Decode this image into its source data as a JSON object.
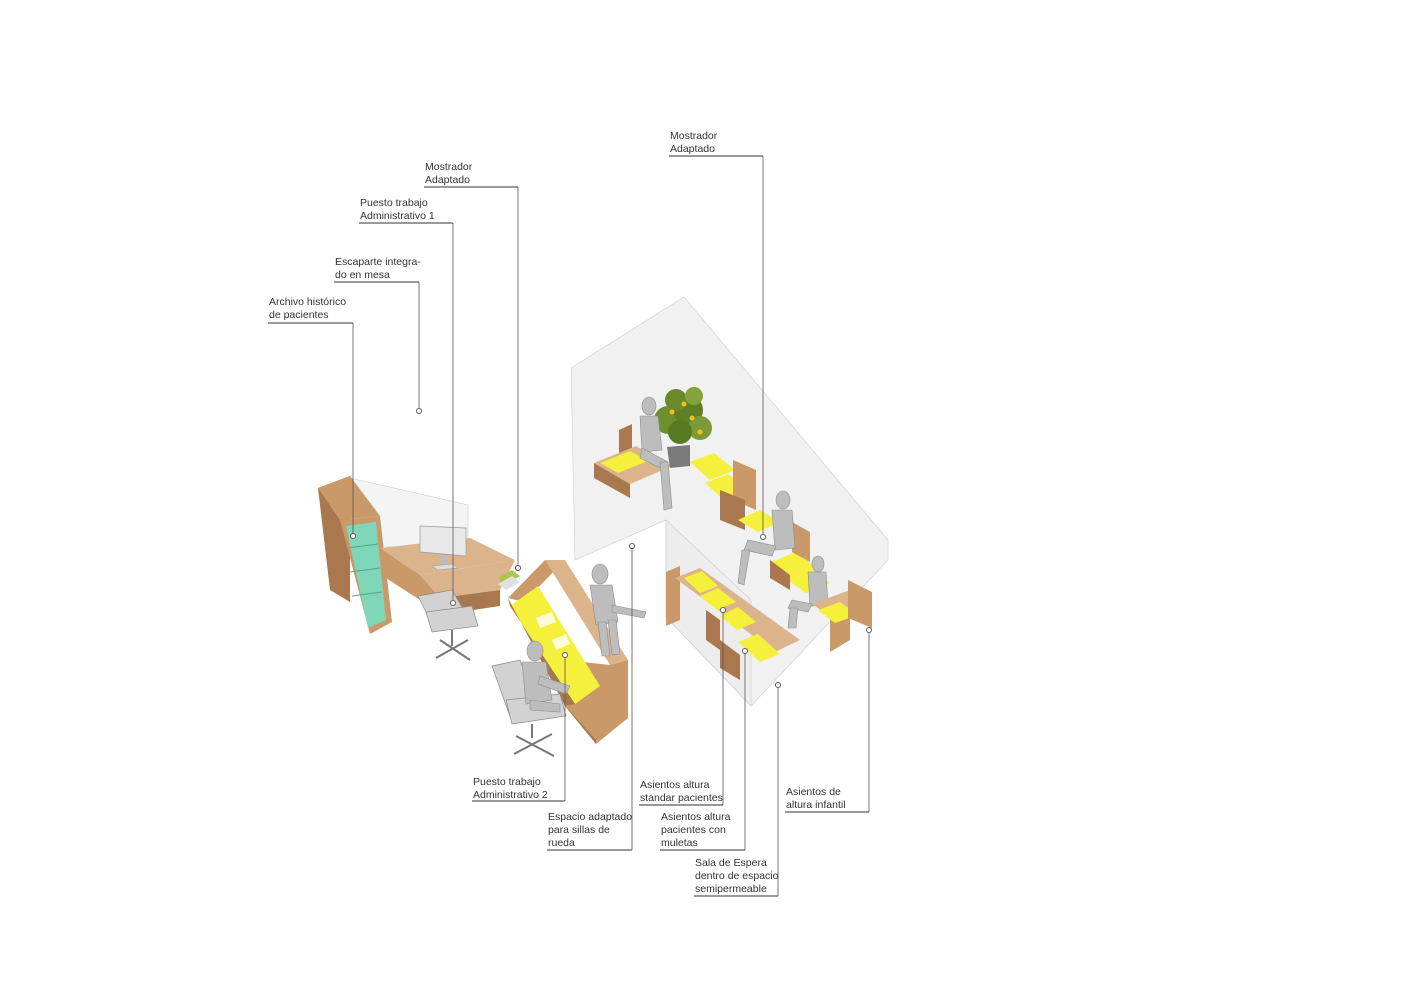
{
  "labels": {
    "mostrador_1": [
      "Mostrador",
      "Adaptado"
    ],
    "puesto_1": [
      "Puesto trabajo",
      "Administrativo 1"
    ],
    "escaparte": [
      "Escaparte integra-",
      "do en mesa"
    ],
    "archivo": [
      "Archivo histórico",
      "de pacientes"
    ],
    "mostrador_2": [
      "Mostrador",
      "Adaptado"
    ],
    "puesto_2": [
      "Puesto trabajo",
      "Administrativo 2"
    ],
    "espacio_sillas": [
      "Espacio adaptado",
      "para sillas de",
      "rueda"
    ],
    "asientos_standar": [
      "Asientos altura",
      "standar pacientes"
    ],
    "asientos_muletas": [
      "Asientos altura",
      "pacientes con",
      "muletas"
    ],
    "sala_espera": [
      "Sala de Espera",
      "dentro de espacio",
      "semipermeable"
    ],
    "asientos_infantil": [
      "Asientos de",
      "altura infantil"
    ]
  },
  "colors": {
    "wood": "#c9996a",
    "accent_yellow": "#f5f03c",
    "shelf_teal": "#7fd6b8",
    "glass": "#e6e6e6",
    "line": "#333333"
  }
}
